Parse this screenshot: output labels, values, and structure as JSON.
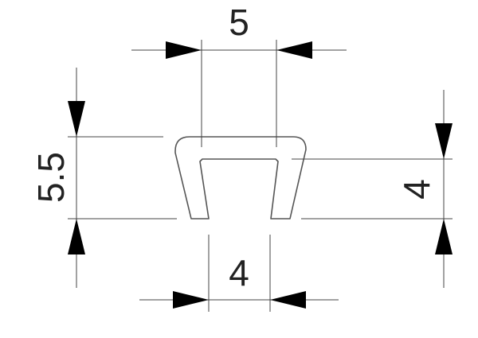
{
  "drawing": {
    "dimensions": {
      "top_width": "5",
      "bottom_width": "4",
      "total_height": "5.5",
      "inner_height": "4"
    },
    "line_color": "#444444",
    "arrow_color": "#000000",
    "text_color": "#222222"
  }
}
